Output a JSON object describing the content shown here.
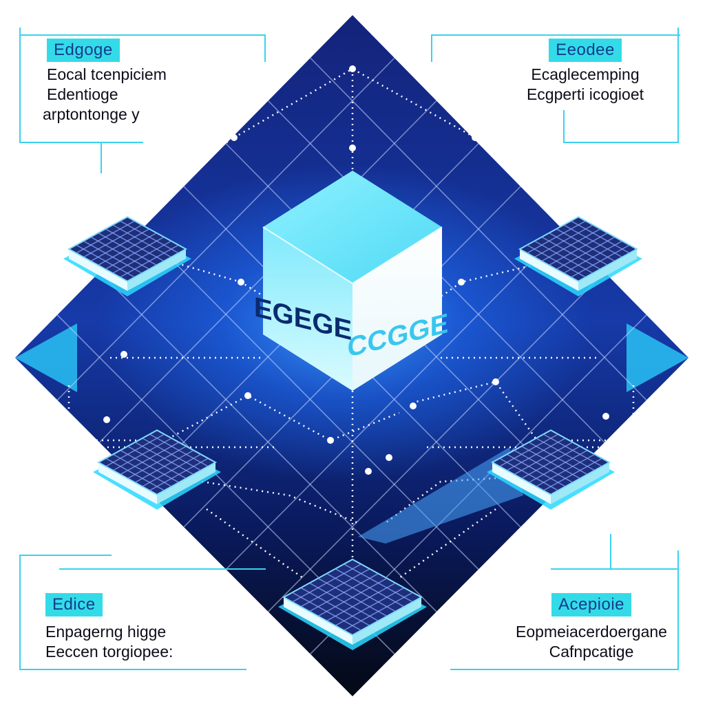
{
  "diagram": {
    "center_cube": {
      "front_label": "EGEGE",
      "side_label": "CCGGE"
    },
    "callouts": {
      "top_left": {
        "tag": "Edgoge",
        "lines": [
          "Eocal tcenpiciem",
          "Edentioge",
          "arptontonge y"
        ]
      },
      "top_right": {
        "tag": "Eeodee",
        "lines": [
          "Ecaglecemping",
          "Ecgperti icogioet"
        ]
      },
      "bottom_left": {
        "tag": "Edice",
        "lines": [
          "Enpagerng higge",
          "Eeccen torgiopee:"
        ]
      },
      "bottom_right": {
        "tag": "Acepioie",
        "lines": [
          "Eopmeiacerdoergane",
          "Cafnpcatige"
        ]
      }
    },
    "colors": {
      "accent": "#33dbe8",
      "deep_blue": "#0b1c6b",
      "navy": "#071238",
      "glow": "#1e7bff",
      "outline": "#39d2ee"
    }
  }
}
